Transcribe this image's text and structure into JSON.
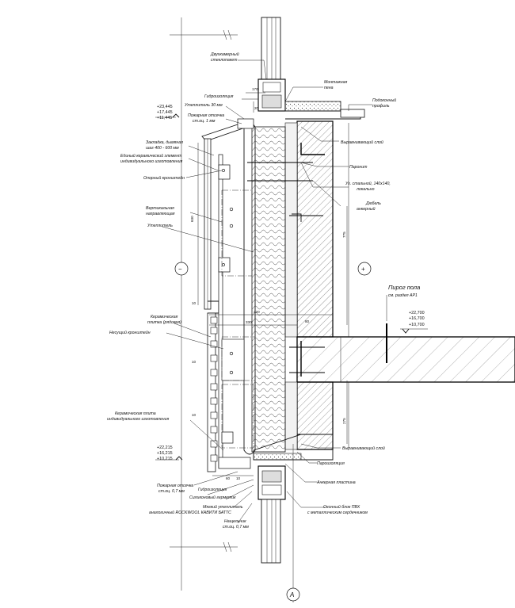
{
  "labels": {
    "double_glazing": [
      "Двухкамерный",
      "стеклопакет"
    ],
    "mounting_foam": [
      "Монтажная",
      "пена"
    ],
    "sill_profile": [
      "Подоконный",
      "профиль"
    ],
    "waterproofing_top": "Гидроизоляция",
    "insulation_30": "Утеплитель 30 мм",
    "fire_barrier_top": [
      "Пожарная отсечка",
      "ст.оц. 1 мм"
    ],
    "levelling_top": "Выравнивающий слой",
    "anchor_step": [
      "Закладка, дымяная",
      "шаг 400 - 600 мм"
    ],
    "single_ceramic": [
      "Единый керамический элемент",
      "индивидуального изготовления"
    ],
    "paronite": "Паронит",
    "steel_angle": [
      "Уг. стальной, 140х140,",
      "локально"
    ],
    "support_bracket": "Опорный кронштейн",
    "anchor_dowel": [
      "Дюбель",
      "анкерный"
    ],
    "vertical_guide": [
      "Вертикальная",
      "направляющая"
    ],
    "insulation": "Утеплитель",
    "floor_slab": "Пирог пола",
    "floor_slab_ref": "см. раздел АР1",
    "ceramic_tile": [
      "Керамическая",
      "плитка (рядовая)"
    ],
    "bearing_bracket": "Несущий кронштейн",
    "ceramic_panel": [
      "Керамическая плита",
      "индивидуального изготовления"
    ],
    "levelling_bottom": "Выравнивающий слой",
    "vapor_barrier": "Пароизоляция",
    "anchor_plate": "Анкерная пластина",
    "fire_barrier_bottom": [
      "Пожарная отсечка",
      "ст.оц. 0,7 мм"
    ],
    "waterproofing_bottom": "Гидроизоляция",
    "silicone_sealant": "Силиконовый герметик",
    "soft_insulation": [
      "Мягкий утеплитель",
      "аналогичный ROCKWOOL КАВИТИ БАТТС"
    ],
    "window_block": [
      "Оконный блок ПВХ",
      "с металлическим сердечником"
    ],
    "drip_sill": [
      "Нащельник",
      "ст.оц. 0,7 мм"
    ]
  },
  "levels": {
    "upper": [
      "+23,445",
      "+17,445",
      "+11,445"
    ],
    "middle": [
      "+22,700",
      "+16,700",
      "+10,700"
    ],
    "lower": [
      "+22,215",
      "+16,215",
      "+10,215"
    ]
  },
  "dimensions": {
    "d170": "170",
    "d20": "20",
    "d630": "630",
    "d775": "775",
    "d10a": "10",
    "d420": "420",
    "d330": "330",
    "d80": "80",
    "d10b": "10",
    "d275": "275",
    "d10c": "10",
    "d60": "60",
    "d10d": "10"
  },
  "markers": {
    "minus": "−",
    "plus": "+",
    "axis": "А"
  }
}
